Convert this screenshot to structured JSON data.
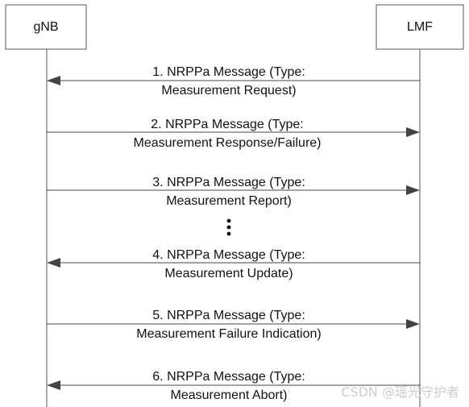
{
  "participants": {
    "left": {
      "name": "gNB"
    },
    "right": {
      "name": "LMF"
    }
  },
  "messages": [
    {
      "line1": "1. NRPPa Message (Type:",
      "line2": "Measurement Request)",
      "direction": "right-to-left"
    },
    {
      "line1": "2. NRPPa Message (Type:",
      "line2": "Measurement Response/Failure)",
      "direction": "left-to-right"
    },
    {
      "line1": "3. NRPPa Message (Type:",
      "line2": "Measurement Report)",
      "direction": "left-to-right"
    },
    {
      "line1": "4. NRPPa Message (Type:",
      "line2": "Measurement Update)",
      "direction": "right-to-left"
    },
    {
      "line1": "5. NRPPa Message (Type:",
      "line2": "Measurement Failure Indication)",
      "direction": "left-to-right"
    },
    {
      "line1": "6. NRPPa Message (Type:",
      "line2": "Measurement Abort)",
      "direction": "right-to-left"
    }
  ],
  "watermark": "CSDN @瑶光守护者",
  "colors": {
    "line": "#444444",
    "box_border": "#555555",
    "text": "#111111",
    "watermark": "#cccccc"
  }
}
